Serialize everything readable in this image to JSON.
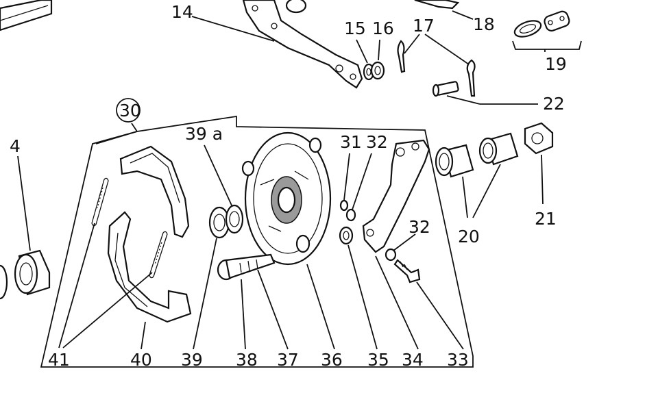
{
  "labels": {
    "l4": "4",
    "l14": "14",
    "l15": "15",
    "l16": "16",
    "l17": "17",
    "l18": "18",
    "l19": "19",
    "l20": "20",
    "l21": "21",
    "l22": "22",
    "l30": "30",
    "l31": "31",
    "l32a": "32",
    "l32b": "32",
    "l33": "33",
    "l34": "34",
    "l35": "35",
    "l36": "36",
    "l37": "37",
    "l38": "38",
    "l39": "39",
    "l39a": "39 a",
    "l40": "40",
    "l41": "41"
  }
}
